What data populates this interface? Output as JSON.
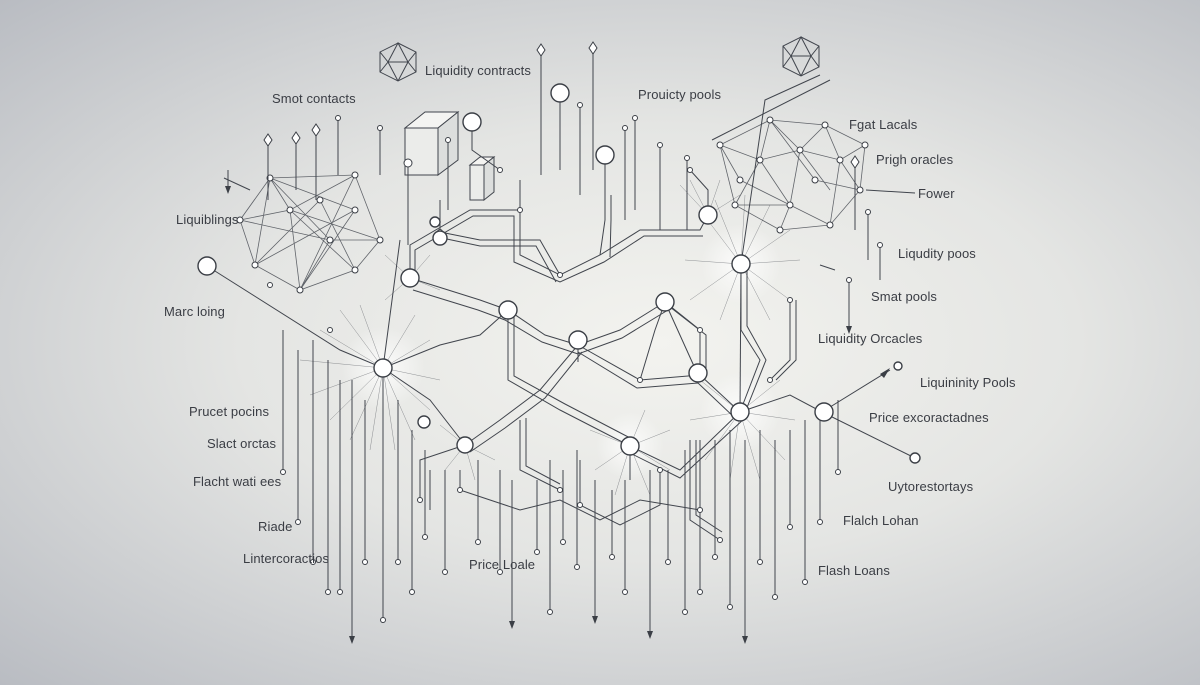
{
  "labels": {
    "liquidity_contracts": "Liquidity contracts",
    "smart_contacts": "Smot contacts",
    "prouicty_pools": "Prouicty pools",
    "fgat_lacals": "Fgat Lacals",
    "prigh_oracles": "Prigh oracles",
    "power": "Fower",
    "liquiblings": "Liquiblings",
    "liqudity_poos": "Liqudity poos",
    "marc_loing": "Marc loing",
    "smat_pools": "Smat pools",
    "liquidity_orcacles": "Liquidity Orcacles",
    "liquidity_pools": "Liquininity Pools",
    "prucet_pocins": "Prucet pocins",
    "price_excoractadnes": "Price excoractadnes",
    "slact_orctas": "Slact orctas",
    "flacht_watles": "Flacht wati ees",
    "uytorestortays": "Uytorestortays",
    "riade": "Riade",
    "flach_lohan": "Flalch Lohan",
    "intercoractios": "Lintercoractios",
    "price_loale": "Price Loale",
    "flash_loans": "Flash  Loans"
  },
  "colors": {
    "line": "#41454d",
    "node_fill": "#ffffff",
    "node_stroke": "#3b3f46",
    "text": "#3a3d44"
  }
}
